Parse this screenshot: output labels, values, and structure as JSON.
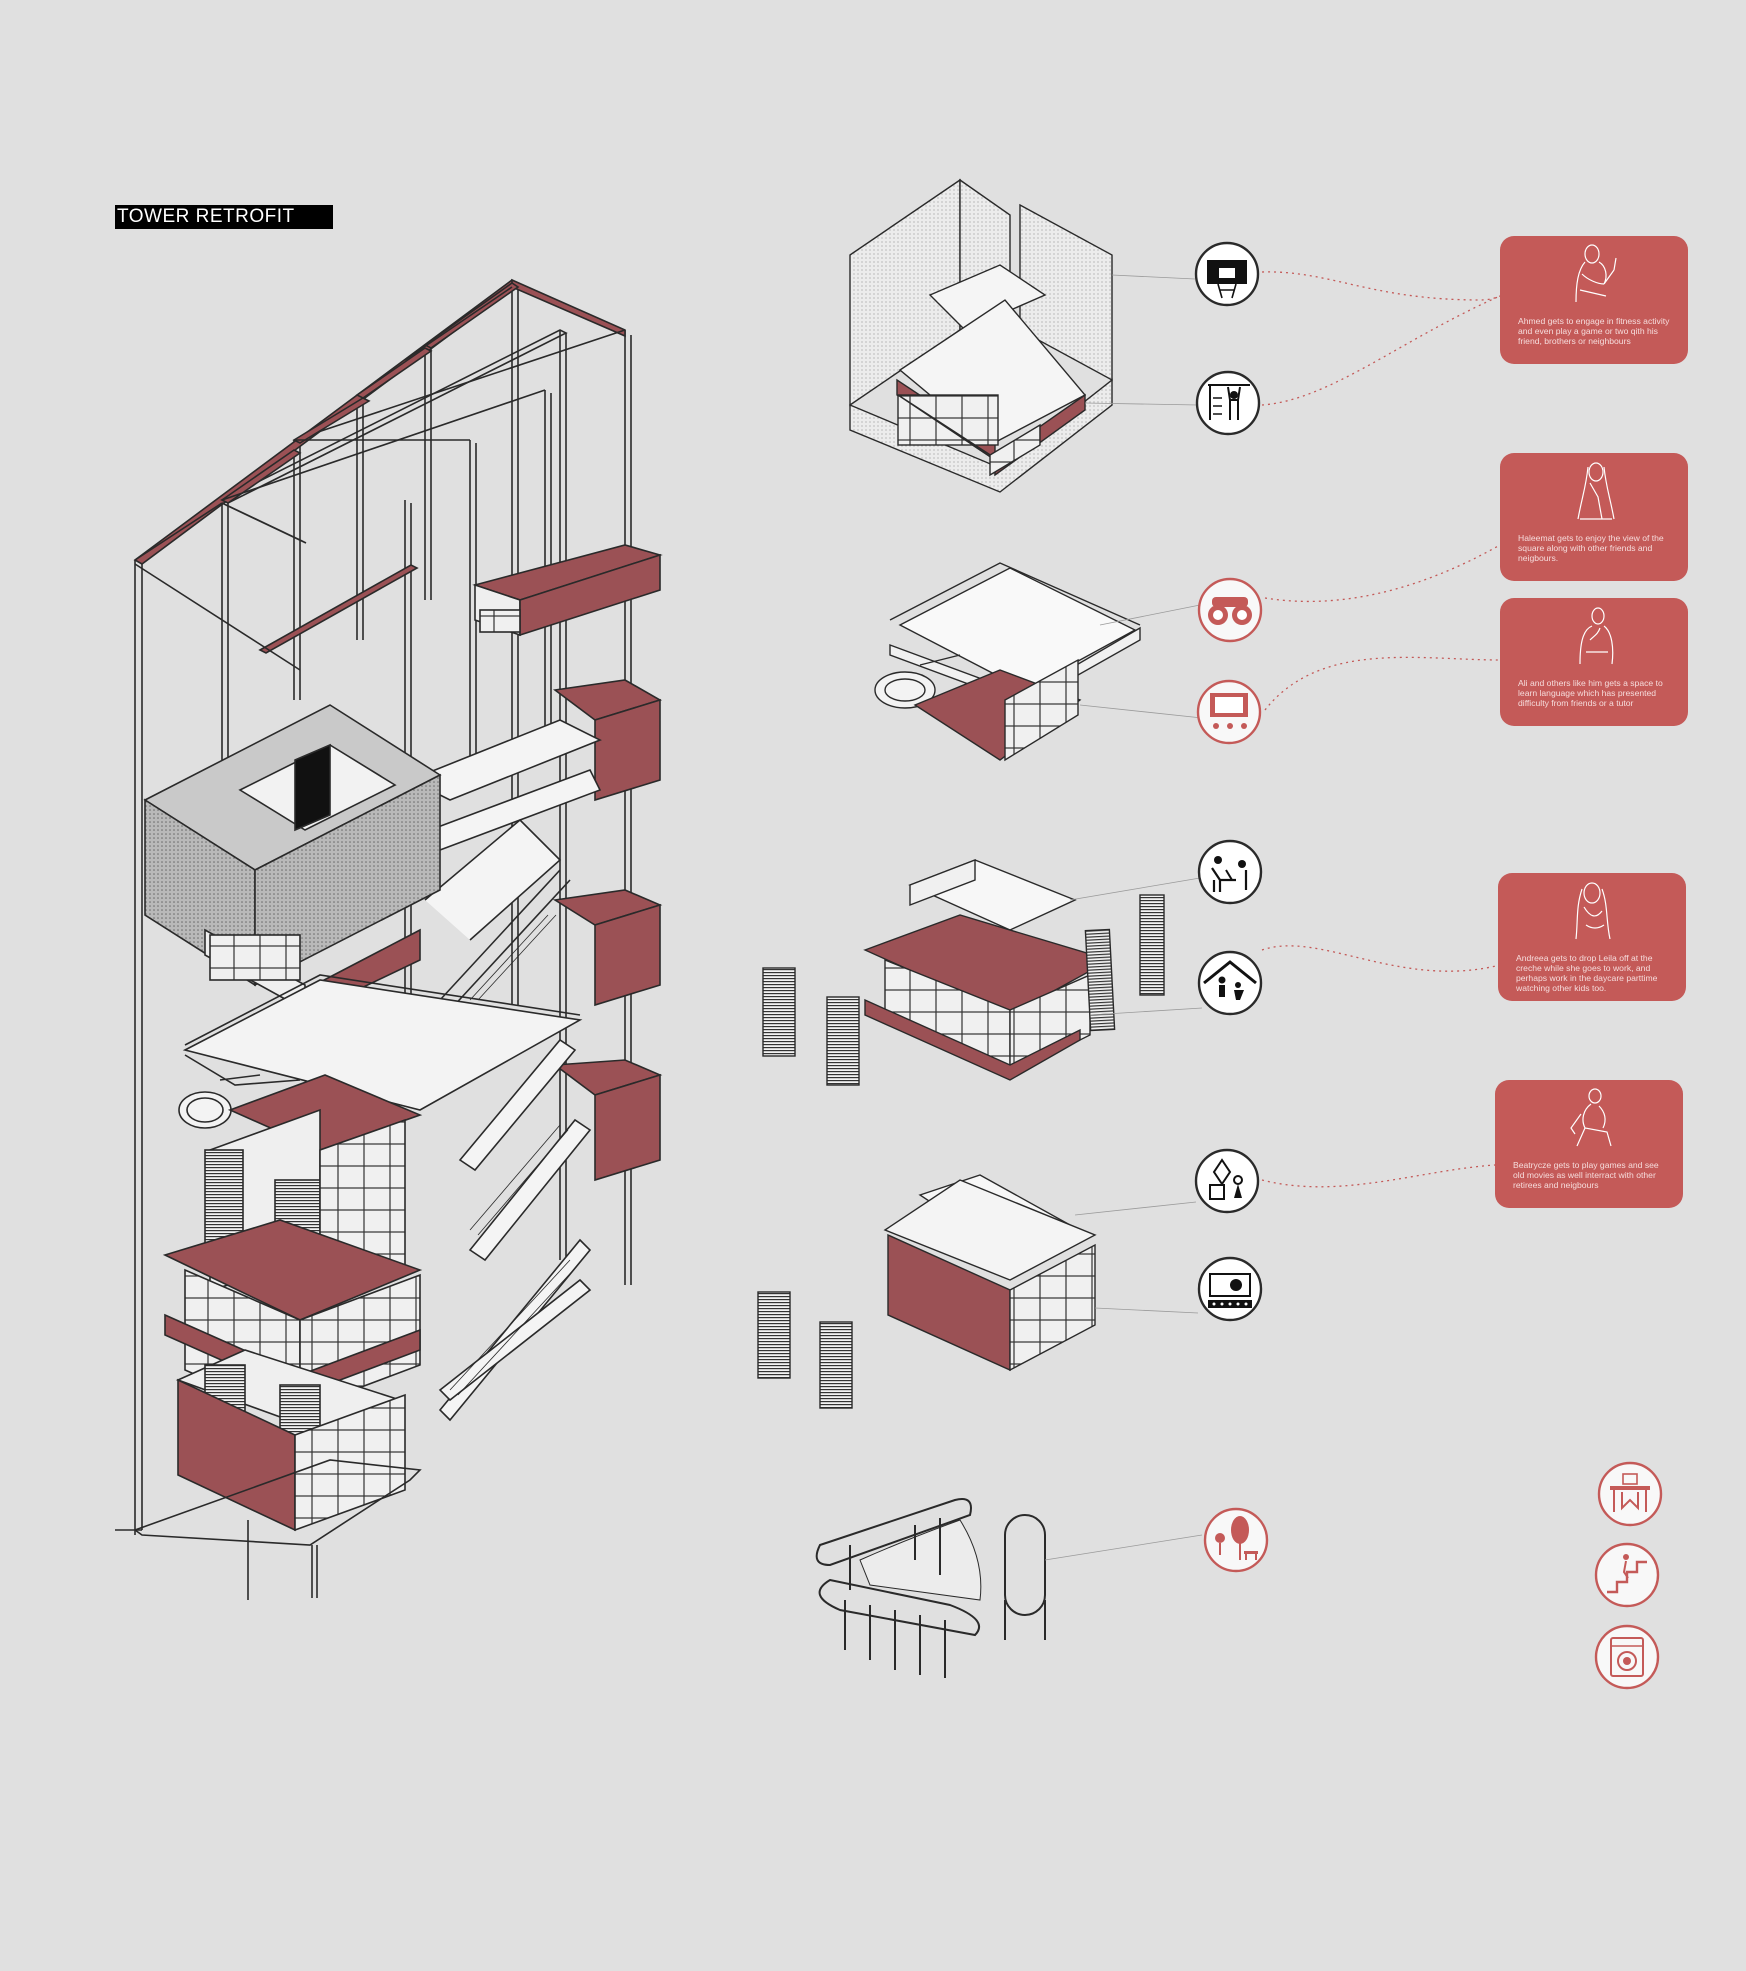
{
  "title": "TOWER RETROFIT",
  "colors": {
    "background": "#e0e0e0",
    "accent": "#c45a58",
    "module": "#9b5155",
    "line": "#2a2a2a"
  },
  "icons": [
    {
      "name": "basketball-hoop-icon",
      "style": "dark"
    },
    {
      "name": "pullup-bar-icon",
      "style": "dark"
    },
    {
      "name": "binoculars-icon",
      "style": "accent"
    },
    {
      "name": "classroom-screen-icon",
      "style": "accent"
    },
    {
      "name": "desk-study-icon",
      "style": "dark"
    },
    {
      "name": "daycare-house-icon",
      "style": "dark"
    },
    {
      "name": "board-games-icon",
      "style": "dark"
    },
    {
      "name": "cinema-screen-icon",
      "style": "dark"
    },
    {
      "name": "garden-park-icon",
      "style": "accent"
    },
    {
      "name": "laundry-table-icon",
      "style": "accent"
    },
    {
      "name": "stairs-icon",
      "style": "accent"
    },
    {
      "name": "washing-machine-icon",
      "style": "accent"
    }
  ],
  "cards": [
    {
      "name": "ahmed",
      "text": "Ahmed gets to engage in fitness activity and even play a game or two qith his friend, brothers or neighbours"
    },
    {
      "name": "haleemat",
      "text": "Haleemat gets to enjoy the view of the square along with other friends and neigbours."
    },
    {
      "name": "ali",
      "text": "Ali and others like him gets a space to learn language which has presented difficulty from friends or a tutor"
    },
    {
      "name": "andreea",
      "text": "Andreea gets to drop Leila off at the creche while she goes to work, and perhaps work in the daycare parttime watching other kids too."
    },
    {
      "name": "beatrycze",
      "text": "Beatrycze gets to play games and see old movies as well interract with other retirees and neigbours"
    }
  ]
}
